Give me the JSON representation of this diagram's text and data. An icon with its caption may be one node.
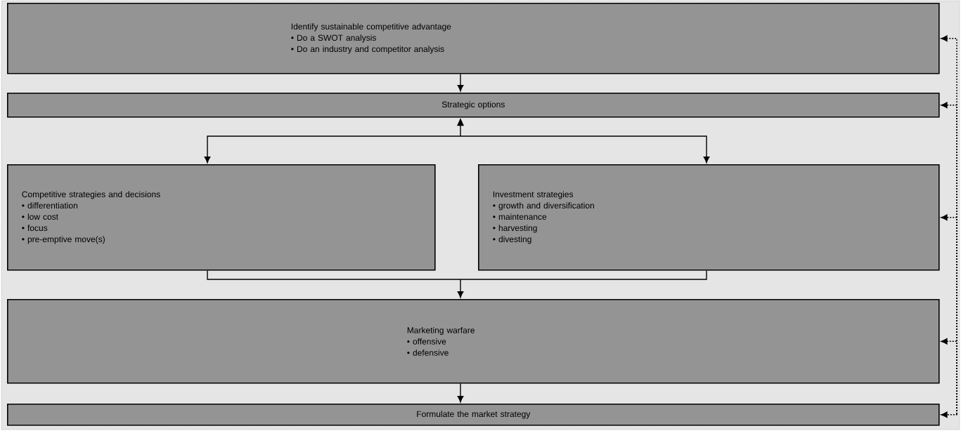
{
  "diagram": {
    "nodes": [
      {
        "text": [
          "Identify sustainable competitive advantage",
          "• Do a SWOT analysis",
          "• Do an industry and competitor analysis"
        ]
      },
      {
        "text": [
          "Strategic options"
        ]
      },
      {
        "text": [
          "Competitive strategies and decisions",
          "• differentiation",
          "• low cost",
          "• focus",
          "• pre-emptive move(s)"
        ]
      },
      {
        "text": [
          "Investment strategies",
          "• growth and diversification",
          "• maintenance",
          "• harvesting",
          "• divesting"
        ]
      },
      {
        "text": [
          "Marketing warfare",
          "• offensive",
          "• defensive"
        ]
      },
      {
        "text": [
          "Formulate the market strategy"
        ]
      }
    ],
    "edges": [
      {
        "from": 0,
        "to": 1,
        "arrow": "to"
      },
      {
        "from": 1,
        "to": 2,
        "arrow": "both"
      },
      {
        "from": 1,
        "to": 3,
        "arrow": "both"
      },
      {
        "from": 2,
        "to": 4,
        "arrow": "to"
      },
      {
        "from": 3,
        "to": 4,
        "arrow": "to"
      },
      {
        "from": 4,
        "to": 5,
        "arrow": "to"
      },
      {
        "from": 5,
        "to": 0,
        "arrow": "to",
        "style": "dashed"
      },
      {
        "from": 5,
        "to": 1,
        "arrow": "to",
        "style": "dashed"
      },
      {
        "from": 5,
        "to": 3,
        "arrow": "to",
        "style": "dashed"
      },
      {
        "from": 5,
        "to": 4,
        "arrow": "to",
        "style": "dashed"
      },
      {
        "from": null,
        "to": 5,
        "arrow": "to",
        "style": "dashed"
      }
    ]
  }
}
